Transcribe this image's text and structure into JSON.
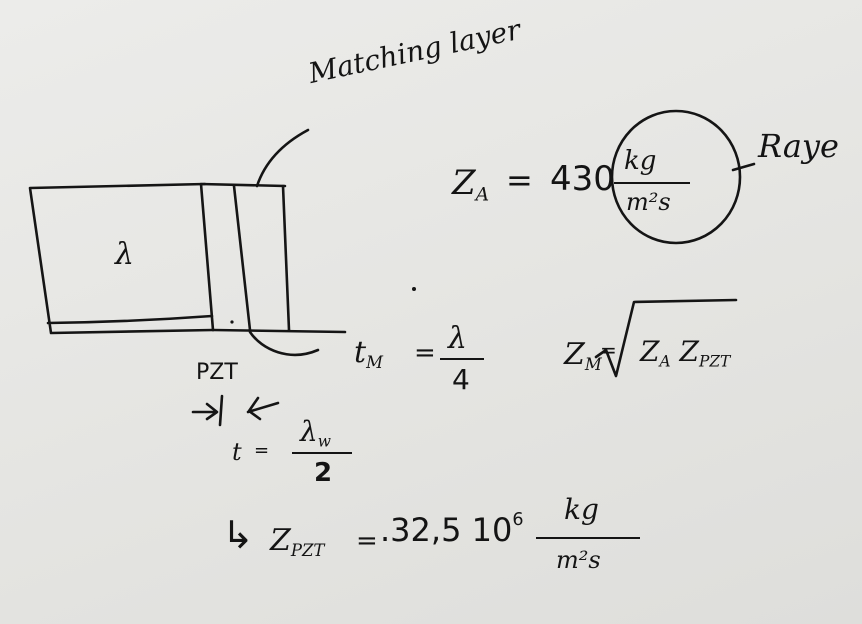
{
  "labels": {
    "matching_layer": "Matching layer",
    "raye": "Raye",
    "lambda_block": "λ",
    "pzt": "PZT"
  },
  "eq_za": {
    "lhs": "Z",
    "lhs_sub": "A",
    "value": "430",
    "unit_num": "kg",
    "unit_den": "m²s"
  },
  "eq_tm": {
    "lhs": "t",
    "lhs_sub": "M",
    "num": "λ",
    "den": "4"
  },
  "eq_zm": {
    "lhs": "Z",
    "lhs_sub": "M",
    "radicand_a": "Z",
    "radicand_a_sub": "A",
    "radicand_b": "Z",
    "radicand_b_sub": "PZT"
  },
  "eq_t": {
    "lhs": "t",
    "num": "λ",
    "num_sub": "w",
    "den": "2"
  },
  "eq_zpzt": {
    "arrow": "↳",
    "lhs": "Z",
    "lhs_sub": "PZT",
    "value": ".32,5 10",
    "exp": "6",
    "unit_num": "kg",
    "unit_den": "m²s"
  }
}
